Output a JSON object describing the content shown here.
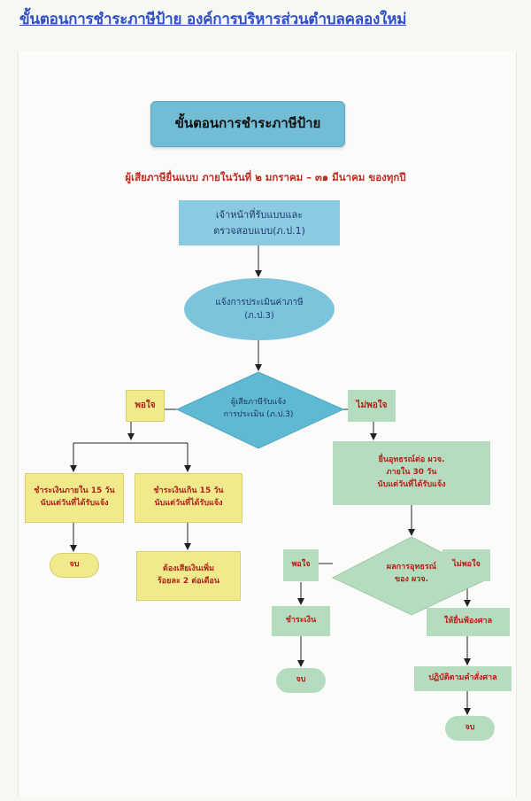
{
  "page_title": "ขั้นตอนการชำระภาษีป้าย องค์การบริหารส่วนตำบลคลองใหม่",
  "header": "ขั้นตอนการชำระภาษีป้าย",
  "subtitle": "ผู้เสียภาษียื่นแบบ ภายในวันที่ ๒ มกราคม – ๓๑ มีนาคม ของทุกปี",
  "nodes": {
    "officer_line1": "เจ้าหน้าที่รับแบบและ",
    "officer_line2": "ตรวจสอบแบบ(ภ.ป.1)",
    "assess_line1": "แจ้งการประเมินค่าภาษี",
    "assess_line2": "(ภ.ป.3)",
    "decision_line1": "ผู้เสียภาษีรับแจ้ง",
    "decision_line2": "การประเมิน (ภ.ป.3)",
    "satisfied": "พอใจ",
    "not_satisfied": "ไม่พอใจ",
    "pay_within_line1": "ชำระเงินภายใน 15 วัน",
    "pay_within_line2": "นับแต่วันที่ได้รับแจ้ง",
    "pay_over_line1": "ชำระเงินเกิน 15 วัน",
    "pay_over_line2": "นับแต่วันที่ได้รับแจ้ง",
    "end_left": "จบ",
    "surcharge_line1": "ต้องเสียเงินเพิ่ม",
    "surcharge_line2": "ร้อยละ 2 ต่อเดือน",
    "appeal_line1": "ยื่นอุทธรณ์ต่อ ผวจ.",
    "appeal_line2": "ภายใน 30 วัน",
    "appeal_line3": "นับแต่วันที่ได้รับแจ้ง",
    "appeal_result_line1": "ผลการอุทธรณ์",
    "appeal_result_line2": "ของ ผวจ.",
    "satisfied2": "พอใจ",
    "not_satisfied2": "ไม่พอใจ",
    "pay": "ชำระเงิน",
    "end_mid": "จบ",
    "sue_court": "ให้ยื่นฟ้องศาล",
    "follow_court": "ปฏิบัติตามคำสั่งศาล",
    "end_right": "จบ"
  }
}
